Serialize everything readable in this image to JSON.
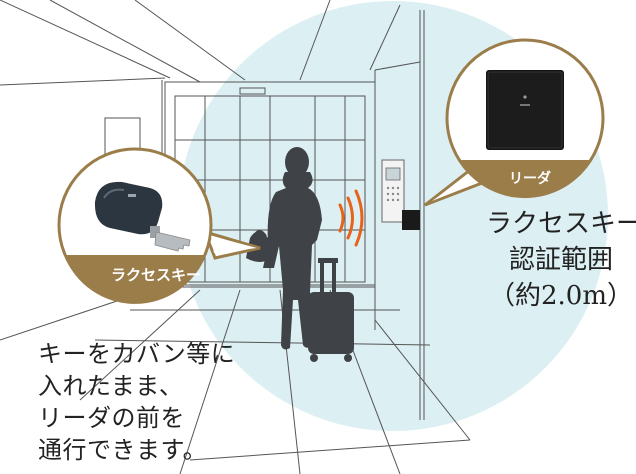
{
  "key_bubble": {
    "label": "ラクセスキー"
  },
  "reader_bubble": {
    "label": "リーダ"
  },
  "range_text": {
    "line1": "ラクセスキー",
    "line2": "認証範囲",
    "line3": "（約2.0m）"
  },
  "caption": {
    "line1": "キーをカバン等に",
    "line2": "入れたまま、",
    "line3": "リーダの前を",
    "line4": "通行できます。"
  },
  "colors": {
    "accent_brown": "#9b7d4a",
    "range_circle": "#d6ecf1",
    "signal_orange": "#e8631a",
    "silhouette": "#3f4246",
    "reader_black": "#141414"
  }
}
